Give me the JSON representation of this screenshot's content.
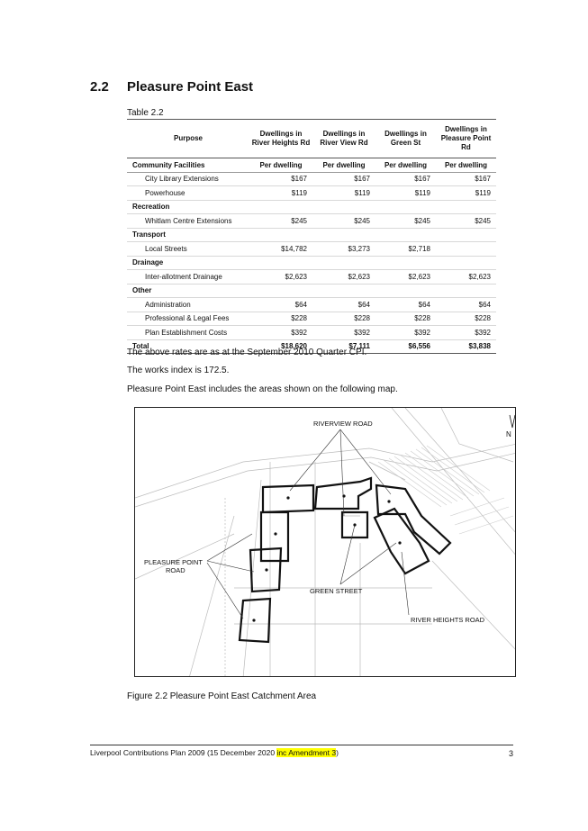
{
  "section": {
    "number": "2.2",
    "title": "Pleasure Point East"
  },
  "table": {
    "caption": "Table 2.2",
    "headers": [
      "Purpose",
      "Dwellings in River Heights Rd",
      "Dwellings in River View Rd",
      "Dwellings in Green St",
      "Dwellings in Pleasure Point Rd"
    ],
    "rows": [
      {
        "type": "cat",
        "cells": [
          "Community Facilities",
          "Per dwelling",
          "Per dwelling",
          "Per dwelling",
          "Per dwelling"
        ]
      },
      {
        "type": "item",
        "cells": [
          "City Library Extensions",
          "$167",
          "$167",
          "$167",
          "$167"
        ]
      },
      {
        "type": "item",
        "cells": [
          "Powerhouse",
          "$119",
          "$119",
          "$119",
          "$119"
        ]
      },
      {
        "type": "cat",
        "cells": [
          "Recreation",
          "",
          "",
          "",
          ""
        ]
      },
      {
        "type": "item",
        "cells": [
          "Whitlam Centre Extensions",
          "$245",
          "$245",
          "$245",
          "$245"
        ]
      },
      {
        "type": "cat",
        "cells": [
          "Transport",
          "",
          "",
          "",
          ""
        ]
      },
      {
        "type": "item",
        "cells": [
          "Local Streets",
          "$14,782",
          "$3,273",
          "$2,718",
          ""
        ]
      },
      {
        "type": "cat",
        "cells": [
          "Drainage",
          "",
          "",
          "",
          ""
        ]
      },
      {
        "type": "item",
        "cells": [
          "Inter-allotment Drainage",
          "$2,623",
          "$2,623",
          "$2,623",
          "$2,623"
        ]
      },
      {
        "type": "cat",
        "cells": [
          "Other",
          "",
          "",
          "",
          ""
        ]
      },
      {
        "type": "item",
        "cells": [
          "Administration",
          "$64",
          "$64",
          "$64",
          "$64"
        ]
      },
      {
        "type": "item",
        "cells": [
          "Professional & Legal Fees",
          "$228",
          "$228",
          "$228",
          "$228"
        ]
      },
      {
        "type": "item",
        "cells": [
          "Plan Establishment Costs",
          "$392",
          "$392",
          "$392",
          "$392"
        ]
      },
      {
        "type": "total",
        "cells": [
          "Total",
          "$18,620",
          "$7,111",
          "$6,556",
          "$3,838"
        ]
      }
    ]
  },
  "paragraphs": [
    "The above rates are as at the September 2010 Quarter CPI.",
    "The works index is 172.5.",
    "Pleasure Point East includes the areas shown on the following map."
  ],
  "map": {
    "labels": {
      "riverview": "RIVERVIEW ROAD",
      "north": "N",
      "pleasure_point_1": "PLEASURE POINT",
      "pleasure_point_2": "ROAD",
      "green_street": "GREEN STREET",
      "river_heights": "RIVER HEIGHTS ROAD"
    }
  },
  "figure_caption": "Figure 2.2 Pleasure Point East Catchment Area",
  "footer": {
    "text": "Liverpool Contributions Plan 2009 (15 December 2020 ",
    "highlight": "inc Amendment 3",
    "close": ")",
    "page": "3"
  }
}
